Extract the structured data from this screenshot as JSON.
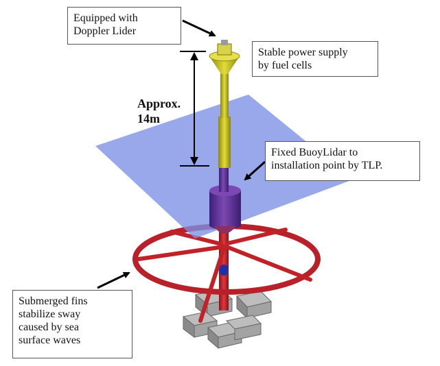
{
  "colors": {
    "sea_plane": "#7b90e6",
    "mast_yellow": "#c9c21a",
    "buoy_purple": "#6a3a9c",
    "float_red": "#c8252b",
    "anchor_gray": "#8f8f8f"
  },
  "icons": {
    "lidar": "doppler-lidar-icon",
    "anchor": "anchor-block-icon"
  },
  "labels": {
    "lidar": {
      "line1": "Equipped with",
      "line2": "Doppler Lider"
    },
    "power": {
      "line1": "Stable power supply",
      "line2": "by fuel cells"
    },
    "tlp": {
      "line1": "Fixed BuoyLidar to",
      "line2": "installation point by TLP."
    },
    "fins": {
      "line1": "Submerged fins",
      "line2": "stabilize sway",
      "line3": "caused by sea",
      "line4": "surface waves"
    },
    "dimension": {
      "line1": "Approx.",
      "line2": "14m"
    }
  }
}
